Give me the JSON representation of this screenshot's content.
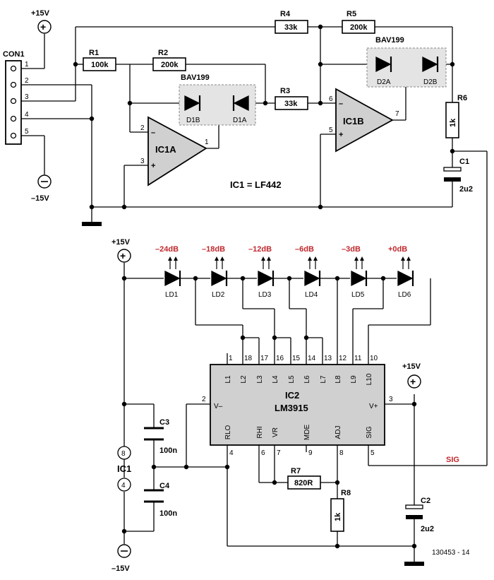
{
  "connector": {
    "name": "CON1",
    "pins": [
      "1",
      "2",
      "3",
      "4",
      "5"
    ]
  },
  "supplies": {
    "pos": "+15V",
    "neg": "–15V"
  },
  "resistors": {
    "r1": {
      "ref": "R1",
      "value": "100k"
    },
    "r2": {
      "ref": "R2",
      "value": "200k"
    },
    "r3": {
      "ref": "R3",
      "value": "33k"
    },
    "r4": {
      "ref": "R4",
      "value": "33k"
    },
    "r5": {
      "ref": "R5",
      "value": "200k"
    },
    "r6": {
      "ref": "R6",
      "value": "1k"
    },
    "r7": {
      "ref": "R7",
      "value": "820R"
    },
    "r8": {
      "ref": "R8",
      "value": "1k"
    }
  },
  "capacitors": {
    "c1": {
      "ref": "C1",
      "value": "2u2"
    },
    "c2": {
      "ref": "C2",
      "value": "2u2"
    },
    "c3": {
      "ref": "C3",
      "value": "100n"
    },
    "c4": {
      "ref": "C4",
      "value": "100n"
    }
  },
  "diode_pairs": {
    "left": {
      "part": "BAV199",
      "d1": "D1B",
      "d2": "D1A"
    },
    "right": {
      "part": "BAV199",
      "d1": "D2A",
      "d2": "D2B"
    }
  },
  "opamps": {
    "a": {
      "name": "IC1A",
      "in_neg": "2",
      "in_pos": "3",
      "out": "1"
    },
    "b": {
      "name": "IC1B",
      "in_neg": "6",
      "in_pos": "5",
      "out": "7"
    },
    "note": "IC1 = LF442"
  },
  "leds": [
    {
      "ref": "LD1",
      "level": "–24dB"
    },
    {
      "ref": "LD2",
      "level": "–18dB"
    },
    {
      "ref": "LD3",
      "level": "–12dB"
    },
    {
      "ref": "LD4",
      "level": "–6dB"
    },
    {
      "ref": "LD5",
      "level": "–3dB"
    },
    {
      "ref": "LD6",
      "level": "+0dB"
    }
  ],
  "ic2": {
    "name": "IC2",
    "part": "LM3915",
    "top_pins": [
      {
        "num": "1",
        "label": "L1"
      },
      {
        "num": "18",
        "label": "L2"
      },
      {
        "num": "17",
        "label": "L3"
      },
      {
        "num": "16",
        "label": "L4"
      },
      {
        "num": "15",
        "label": "L5"
      },
      {
        "num": "14",
        "label": "L6"
      },
      {
        "num": "13",
        "label": "L7"
      },
      {
        "num": "12",
        "label": "L8"
      },
      {
        "num": "11",
        "label": "L9"
      },
      {
        "num": "10",
        "label": "L10"
      }
    ],
    "bottom_pins": [
      {
        "num": "4",
        "label": "RLO"
      },
      {
        "num": "6",
        "label": "RHI"
      },
      {
        "num": "7",
        "label": "VR"
      },
      {
        "num": "9",
        "label": "MDE"
      },
      {
        "num": "8",
        "label": "ADJ"
      },
      {
        "num": "5",
        "label": "SIG"
      }
    ],
    "vminus": {
      "num": "2",
      "label": "V–"
    },
    "vplus": {
      "num": "3",
      "label": "V+"
    }
  },
  "ic1_supply": {
    "name": "IC1",
    "pin_pos": "8",
    "pin_neg": "4"
  },
  "signal_label": "SIG",
  "drawing_number": "130453 - 14"
}
